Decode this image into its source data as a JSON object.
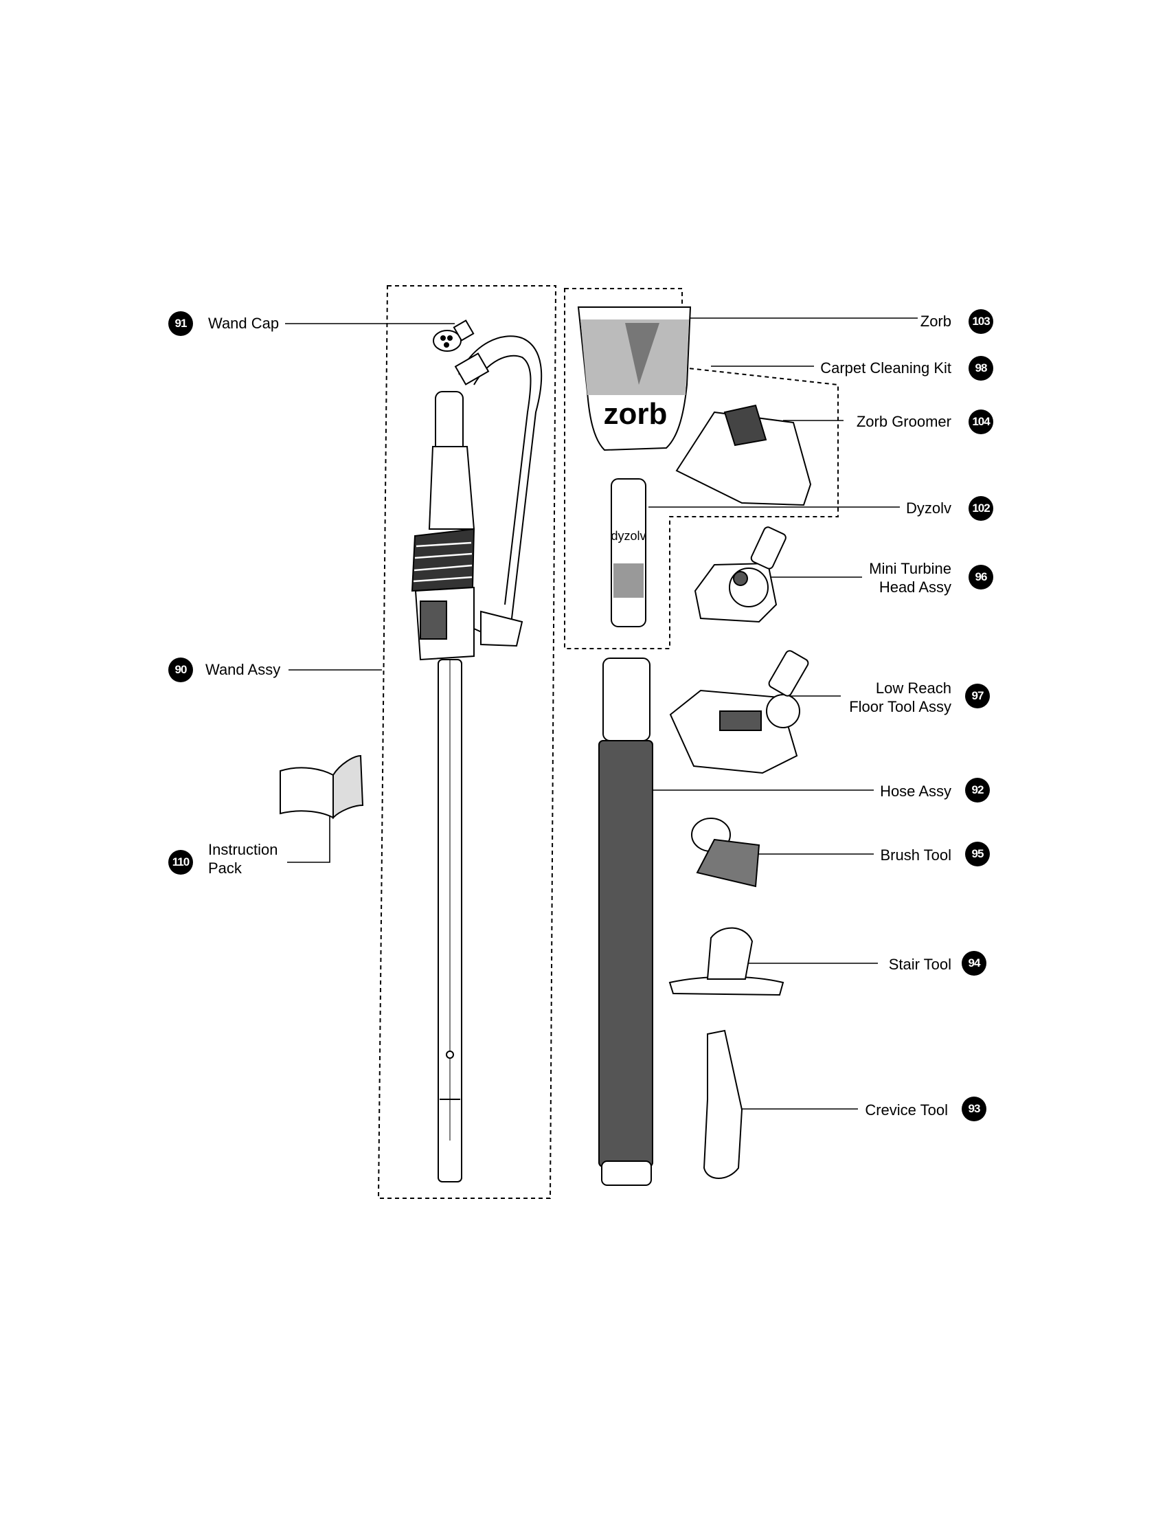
{
  "diagram": {
    "parts": {
      "wand_cap": {
        "number": "91",
        "label": "Wand Cap"
      },
      "wand_assy": {
        "number": "90",
        "label": "Wand Assy"
      },
      "instruction_pack": {
        "number": "110",
        "label_line1": "Instruction",
        "label_line2": "Pack"
      },
      "zorb": {
        "number": "103",
        "label": "Zorb"
      },
      "carpet_cleaning_kit": {
        "number": "98",
        "label": "Carpet Cleaning Kit"
      },
      "zorb_groomer": {
        "number": "104",
        "label": "Zorb Groomer"
      },
      "dyzolv": {
        "number": "102",
        "label": "Dyzolv"
      },
      "mini_turbine_head": {
        "number": "96",
        "label_line1": "Mini Turbine",
        "label_line2": "Head Assy"
      },
      "low_reach_floor_tool": {
        "number": "97",
        "label_line1": "Low Reach",
        "label_line2": "Floor Tool Assy"
      },
      "hose_assy": {
        "number": "92",
        "label": "Hose Assy"
      },
      "brush_tool": {
        "number": "95",
        "label": "Brush Tool"
      },
      "stair_tool": {
        "number": "94",
        "label": "Stair Tool"
      },
      "crevice_tool": {
        "number": "93",
        "label": "Crevice Tool"
      }
    },
    "product_text": {
      "zorb_brand": "zorb",
      "dyzolv_brand": "dyzolv"
    }
  }
}
